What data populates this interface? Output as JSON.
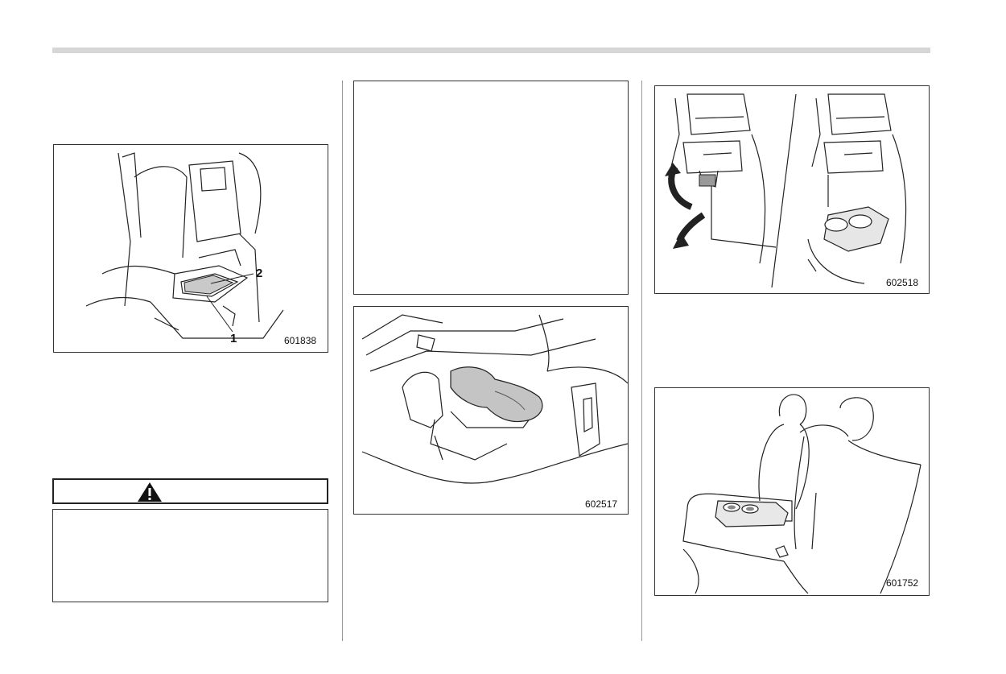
{
  "figures": {
    "console_tray": {
      "code": "601838",
      "callout_1": "1",
      "callout_2": "2"
    },
    "front_cupholder": {
      "code": "602517"
    },
    "rear_console_cupholder": {
      "code": "602518"
    },
    "rear_armrest_cupholder": {
      "code": "601752"
    }
  },
  "warning": {
    "icon": "warning-triangle-icon"
  }
}
